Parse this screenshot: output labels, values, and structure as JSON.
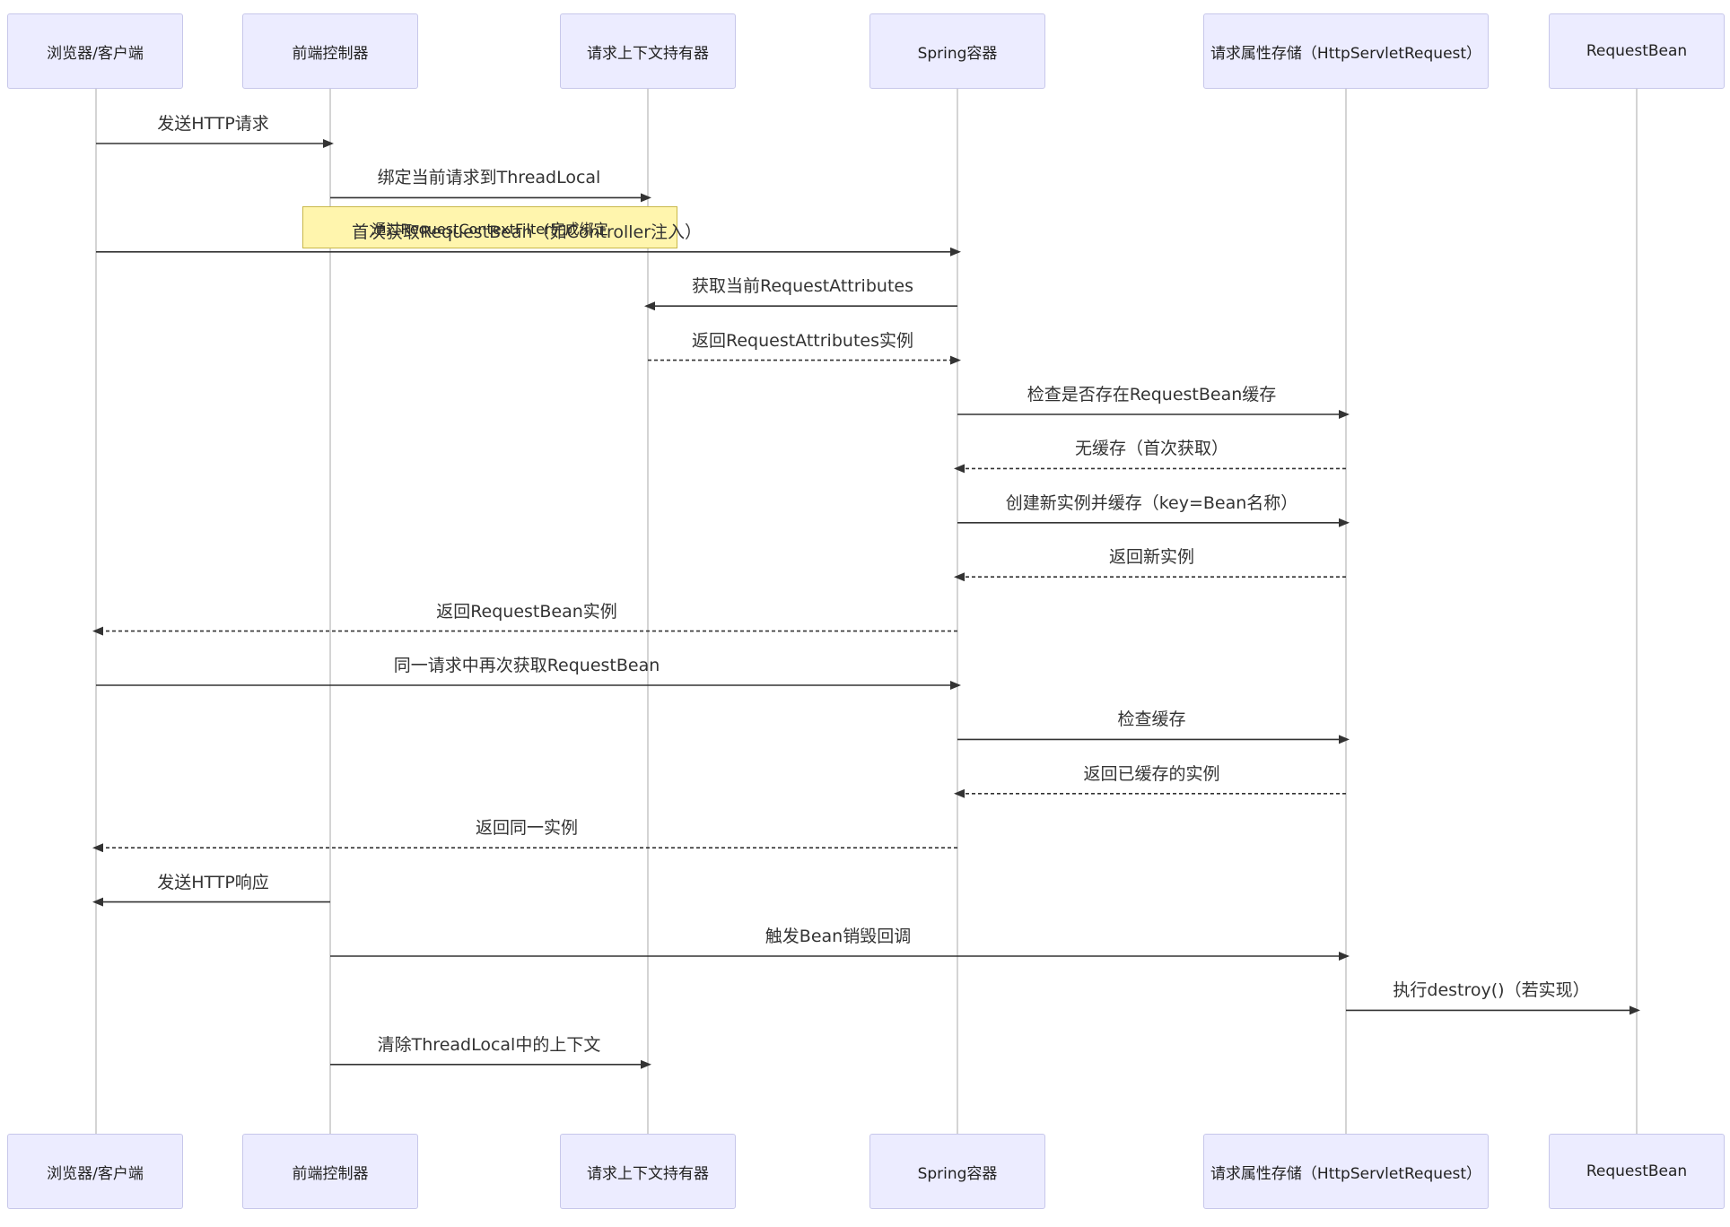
{
  "participants": [
    {
      "id": "browser",
      "label": "浏览器/客户端"
    },
    {
      "id": "frontend",
      "label": "前端控制器"
    },
    {
      "id": "holder",
      "label": "请求上下文持有器"
    },
    {
      "id": "spring",
      "label": "Spring容器"
    },
    {
      "id": "attrs",
      "label": "请求属性存储（HttpServletRequest）"
    },
    {
      "id": "bean",
      "label": "RequestBean"
    }
  ],
  "note": {
    "text": "通过RequestContextFilter完成绑定",
    "over": [
      "frontend",
      "holder"
    ]
  },
  "messages": [
    {
      "from": "browser",
      "to": "frontend",
      "label": "发送HTTP请求",
      "style": "solid"
    },
    {
      "from": "frontend",
      "to": "holder",
      "label": "绑定当前请求到ThreadLocal",
      "style": "solid"
    },
    {
      "from": "browser",
      "to": "spring",
      "label": "首次获取RequestBean（如Controller注入）",
      "style": "solid"
    },
    {
      "from": "spring",
      "to": "holder",
      "label": "获取当前RequestAttributes",
      "style": "solid"
    },
    {
      "from": "holder",
      "to": "spring",
      "label": "返回RequestAttributes实例",
      "style": "dashed"
    },
    {
      "from": "spring",
      "to": "attrs",
      "label": "检查是否存在RequestBean缓存",
      "style": "solid"
    },
    {
      "from": "attrs",
      "to": "spring",
      "label": "无缓存（首次获取）",
      "style": "dashed"
    },
    {
      "from": "spring",
      "to": "attrs",
      "label": "创建新实例并缓存（key=Bean名称）",
      "style": "solid"
    },
    {
      "from": "attrs",
      "to": "spring",
      "label": "返回新实例",
      "style": "dashed"
    },
    {
      "from": "spring",
      "to": "browser",
      "label": "返回RequestBean实例",
      "style": "dashed"
    },
    {
      "from": "browser",
      "to": "spring",
      "label": "同一请求中再次获取RequestBean",
      "style": "solid"
    },
    {
      "from": "spring",
      "to": "attrs",
      "label": "检查缓存",
      "style": "solid"
    },
    {
      "from": "attrs",
      "to": "spring",
      "label": "返回已缓存的实例",
      "style": "dashed"
    },
    {
      "from": "spring",
      "to": "browser",
      "label": "返回同一实例",
      "style": "dashed"
    },
    {
      "from": "frontend",
      "to": "browser",
      "label": "发送HTTP响应",
      "style": "solid"
    },
    {
      "from": "frontend",
      "to": "attrs",
      "label": "触发Bean销毁回调",
      "style": "solid"
    },
    {
      "from": "attrs",
      "to": "bean",
      "label": "执行destroy()（若实现）",
      "style": "solid"
    },
    {
      "from": "frontend",
      "to": "holder",
      "label": "清除ThreadLocal中的上下文",
      "style": "solid"
    }
  ]
}
